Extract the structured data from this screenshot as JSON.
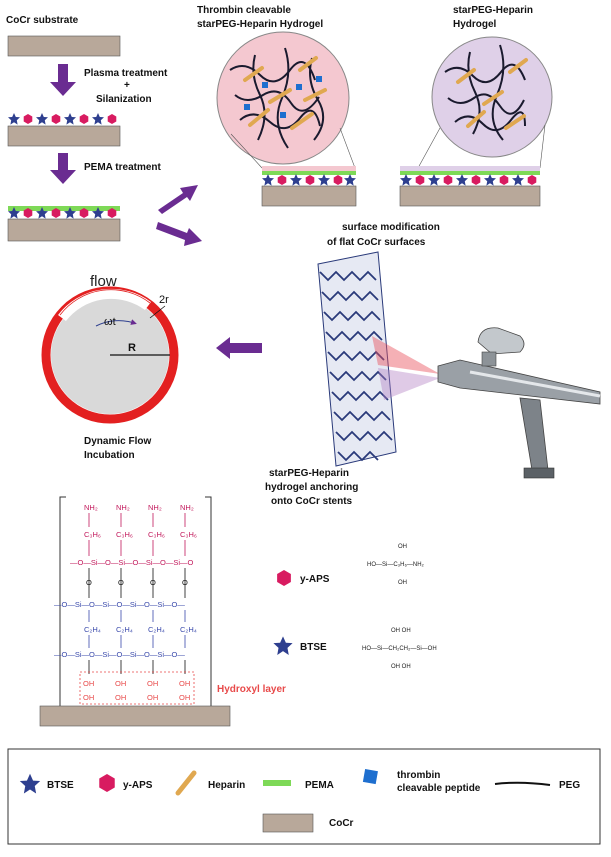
{
  "labels": {
    "cocr_substrate": "CoCr substrate",
    "plasma_1": "Plasma treatment",
    "plasma_2": "+",
    "plasma_3": "Silanization",
    "pema_treatment": "PEMA treatment",
    "thrombin_title_1": "Thrombin cleavable",
    "thrombin_title_2": "starPEG-Heparin  Hydrogel",
    "hydrogel_title_1": "starPEG-Heparin",
    "hydrogel_title_2": "Hydrogel",
    "surface_mod_1": "surface modification",
    "surface_mod_2": "of flat CoCr surfaces",
    "flow": "flow",
    "omega_t": "ωt",
    "two_r": "2r",
    "R": "R",
    "dynamic_1": "Dynamic Flow",
    "dynamic_2": "Incubation",
    "stent_1": "starPEG-Heparin",
    "stent_2": "hydrogel anchoring",
    "stent_3": "onto CoCr stents",
    "hydroxyl_layer": "Hydroxyl layer",
    "yaps": "y-APS",
    "btse": "BTSE"
  },
  "chem": {
    "nh2": "NH₂",
    "c3h6": "C₃H₆",
    "c2h4": "C₂H₄",
    "si_row": "—O—Si—O—Si—O—Si—O—Si—O",
    "si_row_blue": "—O—Si—O—Si—O—Si—O—Si—O—",
    "oh": "OH",
    "aps_formula_top": "OH",
    "aps_formula_mid": "HO—Si—C₃H₆—NH₂",
    "aps_formula_bot": "OH",
    "btse_formula_top": "OH                       OH",
    "btse_formula_mid": "HO—Si—CH₂CH₂—Si—OH",
    "btse_formula_bot": "OH                       OH"
  },
  "legend": {
    "btse": "BTSE",
    "yaps": "y-APS",
    "heparin": "Heparin",
    "pema": "PEMA",
    "thrombin_1": "thrombin",
    "thrombin_2": "cleavable peptide",
    "peg": "PEG",
    "cocr": "CoCr"
  },
  "colors": {
    "substrate": "#b8a89a",
    "star": "#2e3f8f",
    "hexagon": "#d81b60",
    "heparin": "#e0a850",
    "pema": "#7ed957",
    "peptide": "#1e6fcf",
    "arrow": "#6a2c91",
    "flow_ring": "#e32020",
    "spray": "#e8505a",
    "hydroxyl": "#e84a4a",
    "aps_chain": "#c2185b",
    "btse_chain": "#3949ab"
  }
}
